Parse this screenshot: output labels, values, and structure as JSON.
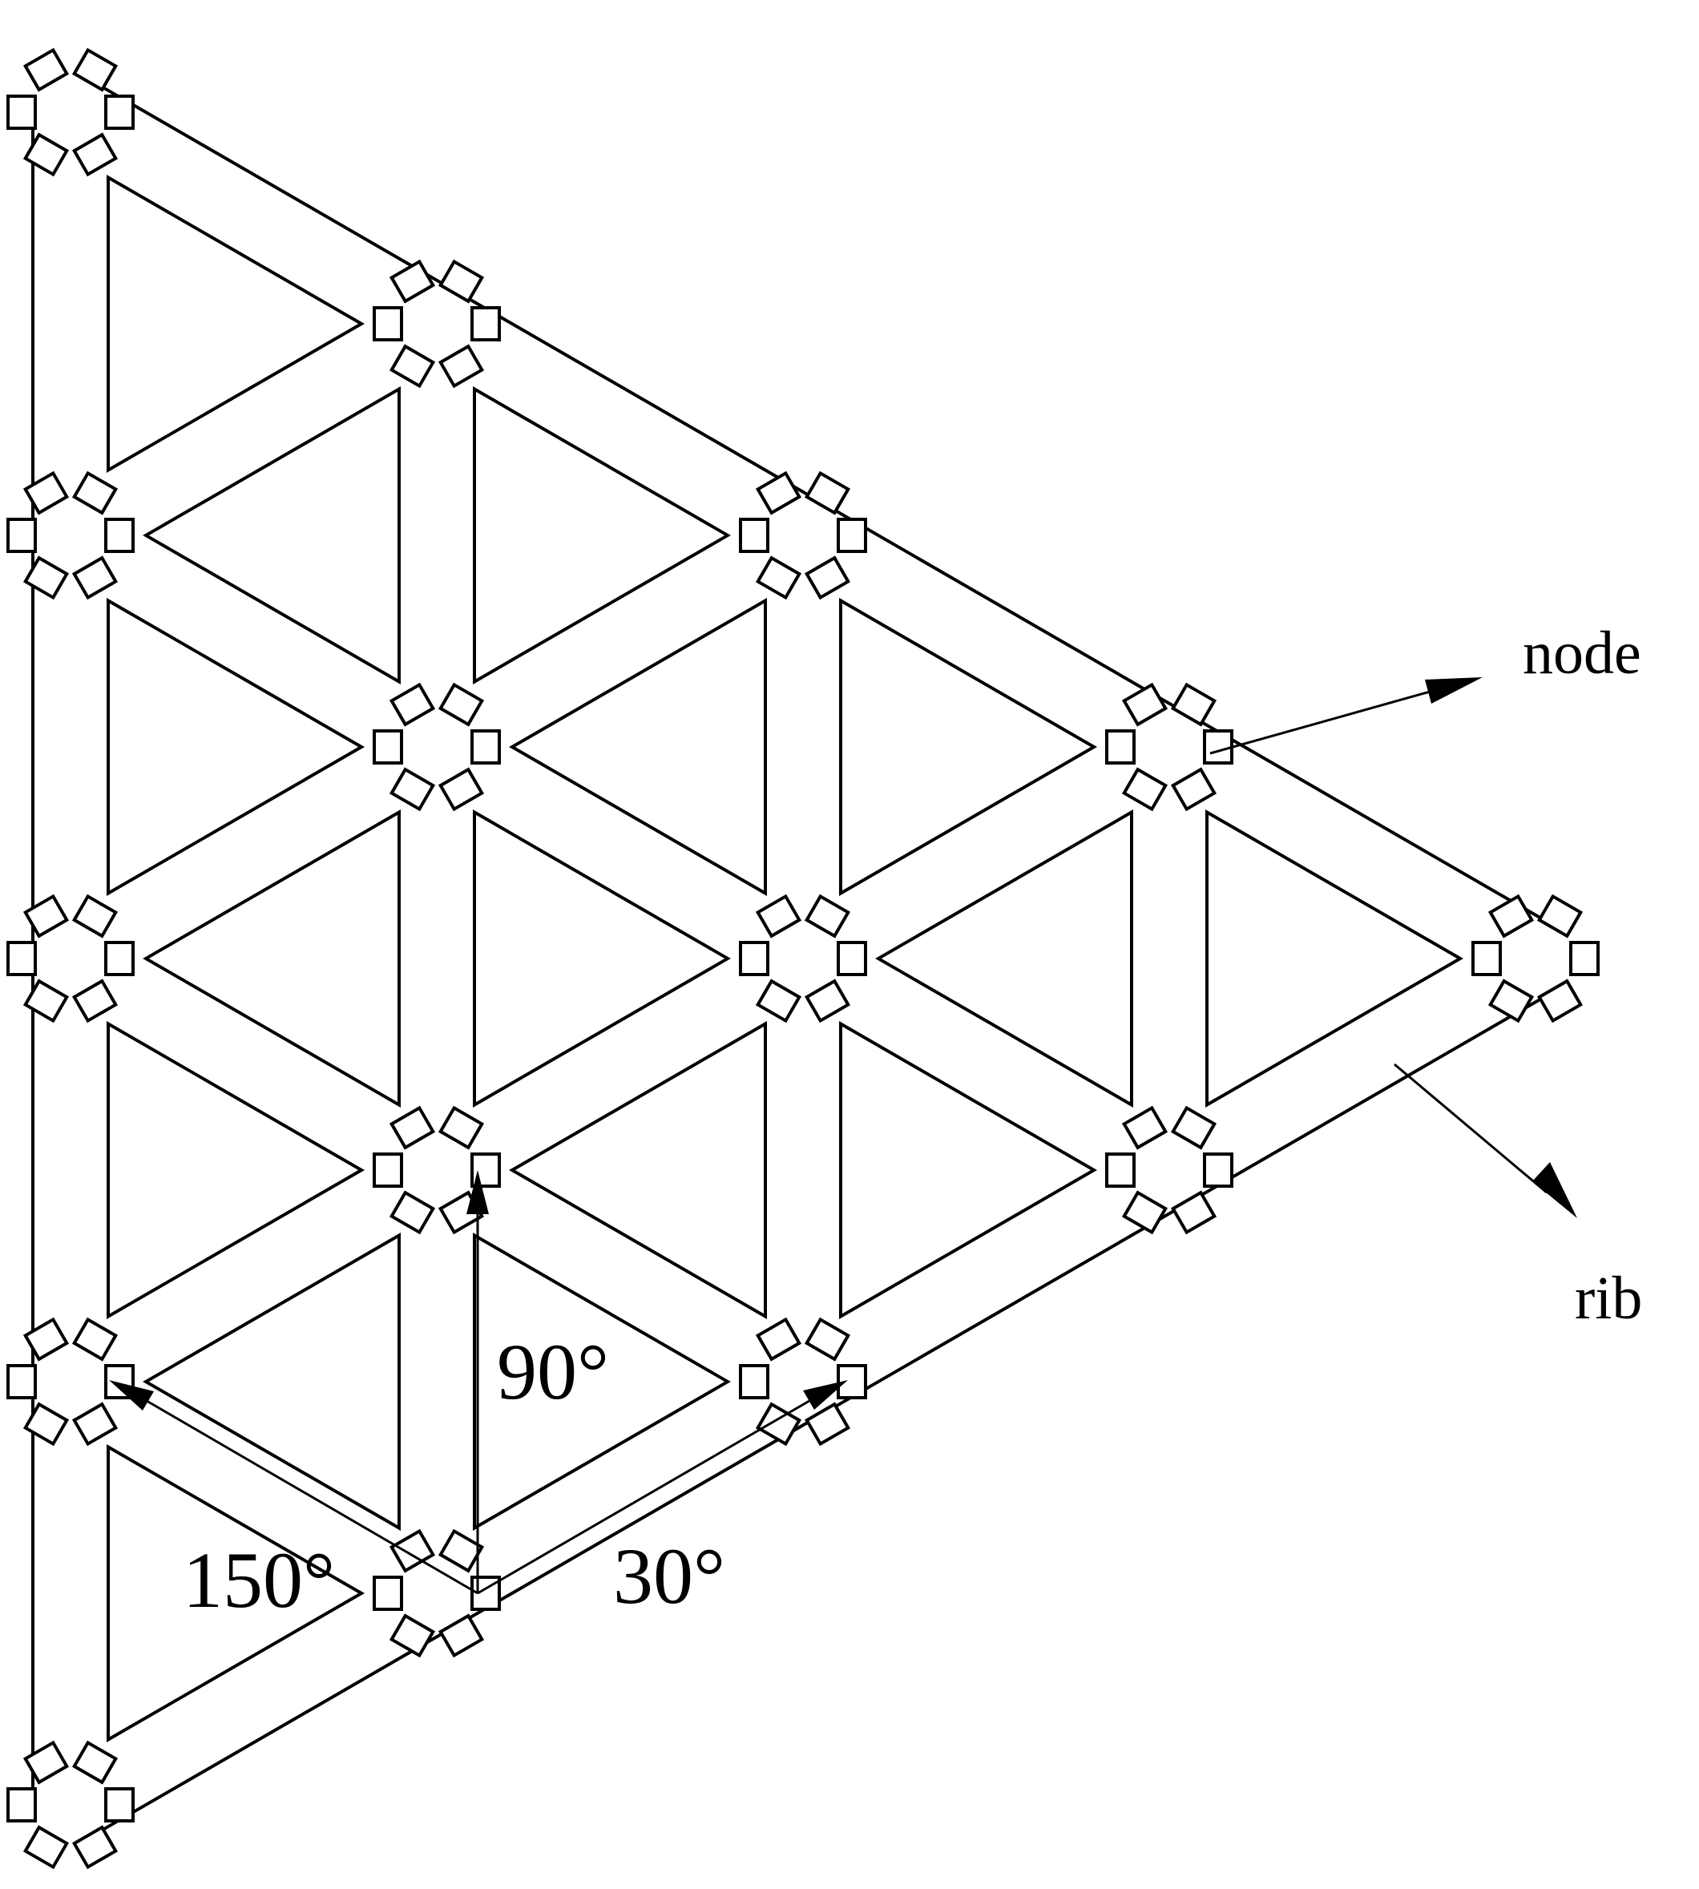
{
  "labels": {
    "node": "node",
    "rib": "rib",
    "angle_90": "90°",
    "angle_30": "30°",
    "angle_150": "150°"
  },
  "colors": {
    "line": "#000000",
    "background": "#ffffff"
  }
}
